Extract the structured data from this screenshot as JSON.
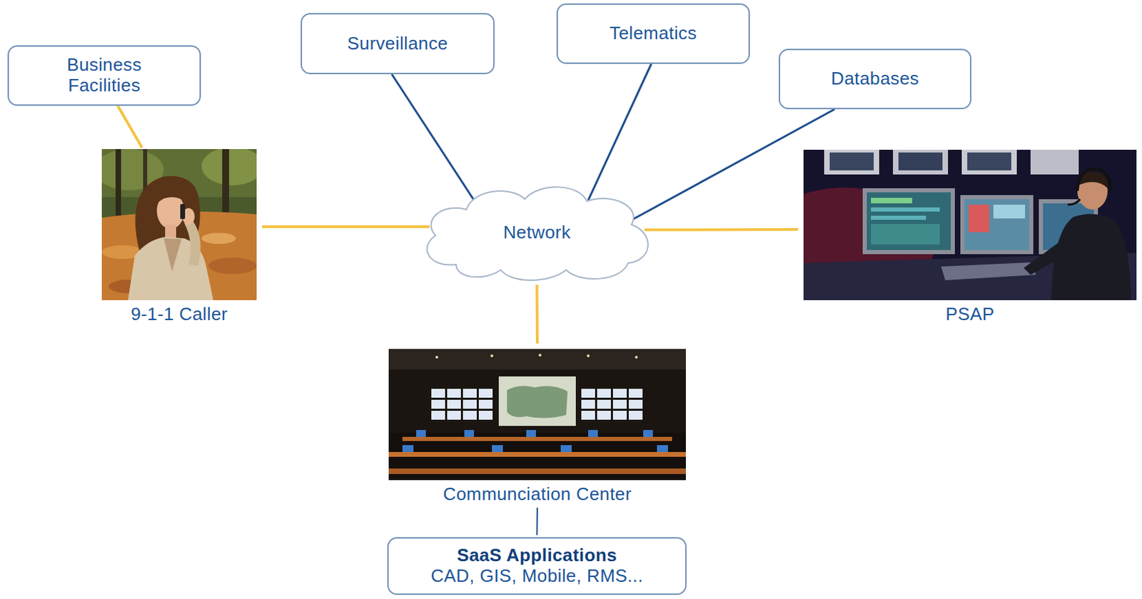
{
  "diagram": {
    "nodes": [
      {
        "text": [
          "Business Facilities"
        ]
      },
      {
        "text": [
          "Surveillance"
        ]
      },
      {
        "text": [
          "Telematics"
        ]
      },
      {
        "text": [
          "Databases"
        ]
      },
      {
        "text": [
          "9-1-1 Caller"
        ]
      },
      {
        "text": [
          "Network"
        ]
      },
      {
        "text": [
          "PSAP"
        ]
      },
      {
        "text": [
          "Communciation Center"
        ]
      },
      {
        "text": [
          "SaaS Applications",
          "CAD, GIS, Mobile, RMS..."
        ]
      }
    ],
    "edges": [
      {
        "from": 0,
        "to": 4,
        "arrow": "none"
      },
      {
        "from": 1,
        "to": 5,
        "arrow": "none"
      },
      {
        "from": 2,
        "to": 5,
        "arrow": "none"
      },
      {
        "from": 3,
        "to": 5,
        "arrow": "none"
      },
      {
        "from": 4,
        "to": 5,
        "arrow": "none"
      },
      {
        "from": 5,
        "to": 6,
        "arrow": "none"
      },
      {
        "from": 5,
        "to": 7,
        "arrow": "none"
      },
      {
        "from": 7,
        "to": 8,
        "arrow": "none"
      }
    ]
  }
}
